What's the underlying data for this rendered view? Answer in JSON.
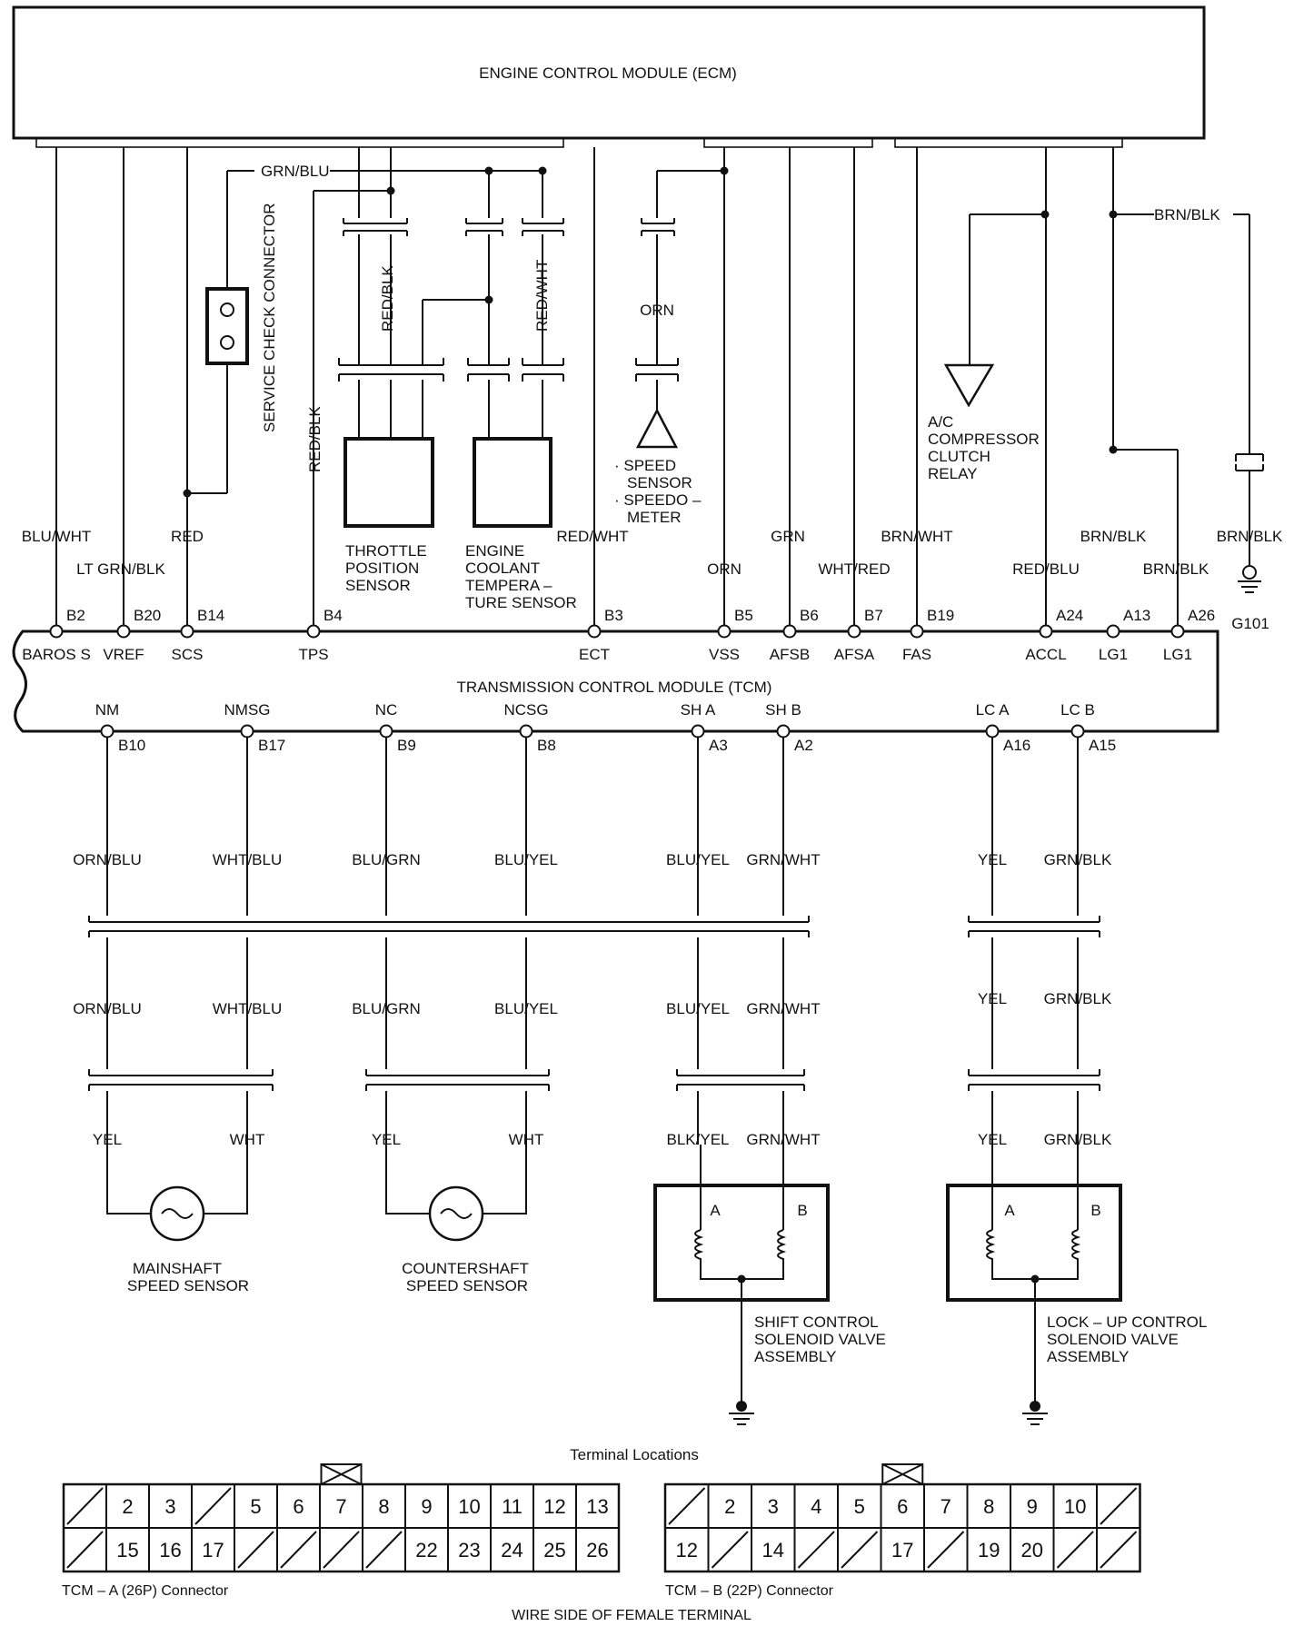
{
  "modules": {
    "ecm": "ENGINE CONTROL MODULE (ECM)",
    "tcm": "TRANSMISSION CONTROL MODULE (TCM)"
  },
  "wires": {
    "grn_blu": "GRN/BLU",
    "red_blk": "RED/BLK",
    "red_blk_vert": "RED/BLK",
    "red_wht_vert": "RED/WHT",
    "orn_vert": "ORN",
    "brn_blk_top": "BRN/BLK",
    "blu_wht": "BLU/WHT",
    "lt_grn_blk": "LT GRN/BLK",
    "red": "RED",
    "red_wht": "RED/WHT",
    "orn": "ORN",
    "grn": "GRN",
    "wht_red": "WHT/RED",
    "brn_wht": "BRN/WHT",
    "red_blu": "RED/BLU",
    "brn_blk_a13": "BRN/BLK",
    "brn_blk_a26": "BRN/BLK",
    "brn_blk_g": "BRN/BLK"
  },
  "components": {
    "service_check": "SERVICE CHECK CONNECTOR",
    "tps_1": "THROTTLE",
    "tps_2": "POSITION",
    "tps_3": "SENSOR",
    "ect_1": "ENGINE",
    "ect_2": "COOLANT",
    "ect_3": "TEMPERA –",
    "ect_4": "TURE SENSOR",
    "vss_1": "· SPEED",
    "vss_2": "SENSOR",
    "vss_3": "· SPEEDO –",
    "vss_4": "METER",
    "ac_1": "A/C",
    "ac_2": "COMPRESSOR",
    "ac_3": "CLUTCH",
    "ac_4": "RELAY",
    "ground": "G101",
    "mainshaft_1": "MAINSHAFT",
    "mainshaft_2": "SPEED SENSOR",
    "counter_1": "COUNTERSHAFT",
    "counter_2": "SPEED SENSOR",
    "shift_1": "SHIFT CONTROL",
    "shift_2": "SOLENOID VALVE",
    "shift_3": "ASSEMBLY",
    "lock_1": "LOCK – UP CONTROL",
    "lock_2": "SOLENOID VALVE",
    "lock_3": "ASSEMBLY",
    "coil_a": "A",
    "coil_b": "B"
  },
  "tcm_top_pins": [
    {
      "pin": "B2",
      "signal": "BAROS S"
    },
    {
      "pin": "B20",
      "signal": "VREF"
    },
    {
      "pin": "B14",
      "signal": "SCS"
    },
    {
      "pin": "B4",
      "signal": "TPS"
    },
    {
      "pin": "B3",
      "signal": "ECT"
    },
    {
      "pin": "B5",
      "signal": "VSS"
    },
    {
      "pin": "B6",
      "signal": "AFSB"
    },
    {
      "pin": "B7",
      "signal": "AFSA"
    },
    {
      "pin": "B19",
      "signal": "FAS"
    },
    {
      "pin": "A24",
      "signal": "ACCL"
    },
    {
      "pin": "A13",
      "signal": "LG1"
    },
    {
      "pin": "A26",
      "signal": "LG1"
    }
  ],
  "tcm_bottom_pins": [
    {
      "signal": "NM",
      "pin": "B10",
      "w1": "ORN/BLU",
      "w2": "ORN/BLU",
      "w3": "YEL"
    },
    {
      "signal": "NMSG",
      "pin": "B17",
      "w1": "WHT/BLU",
      "w2": "WHT/BLU",
      "w3": "WHT"
    },
    {
      "signal": "NC",
      "pin": "B9",
      "w1": "BLU/GRN",
      "w2": "BLU/GRN",
      "w3": "YEL"
    },
    {
      "signal": "NCSG",
      "pin": "B8",
      "w1": "BLU/YEL",
      "w2": "BLU/YEL",
      "w3": "WHT"
    },
    {
      "signal": "SH A",
      "pin": "A3",
      "w1": "BLU/YEL",
      "w2": "BLU/YEL",
      "w3": "BLK/YEL"
    },
    {
      "signal": "SH B",
      "pin": "A2",
      "w1": "GRN/WHT",
      "w2": "GRN/WHT",
      "w3": "GRN/WHT"
    },
    {
      "signal": "LC A",
      "pin": "A16",
      "w1": "YEL",
      "w2": "YEL",
      "w3": "YEL"
    },
    {
      "signal": "LC B",
      "pin": "A15",
      "w1": "GRN/BLK",
      "w2": "GRN/BLK",
      "w3": "GRN/BLK"
    }
  ],
  "terminals": {
    "title": "Terminal Locations",
    "footer": "WIRE SIDE OF FEMALE TERMINAL",
    "a_label": "TCM – A (26P) Connector",
    "b_label": "TCM – B (22P) Connector",
    "a_top": [
      "",
      "2",
      "3",
      "",
      "5",
      "6",
      "7",
      "8",
      "9",
      "10",
      "11",
      "12",
      "13"
    ],
    "a_bottom": [
      "",
      "15",
      "16",
      "17",
      "",
      "",
      "",
      "",
      "22",
      "23",
      "24",
      "25",
      "26"
    ],
    "b_top": [
      "",
      "2",
      "3",
      "4",
      "5",
      "6",
      "7",
      "8",
      "9",
      "10",
      ""
    ],
    "b_bottom": [
      "12",
      "",
      "14",
      "",
      "",
      "17",
      "",
      "19",
      "20",
      "",
      ""
    ]
  }
}
